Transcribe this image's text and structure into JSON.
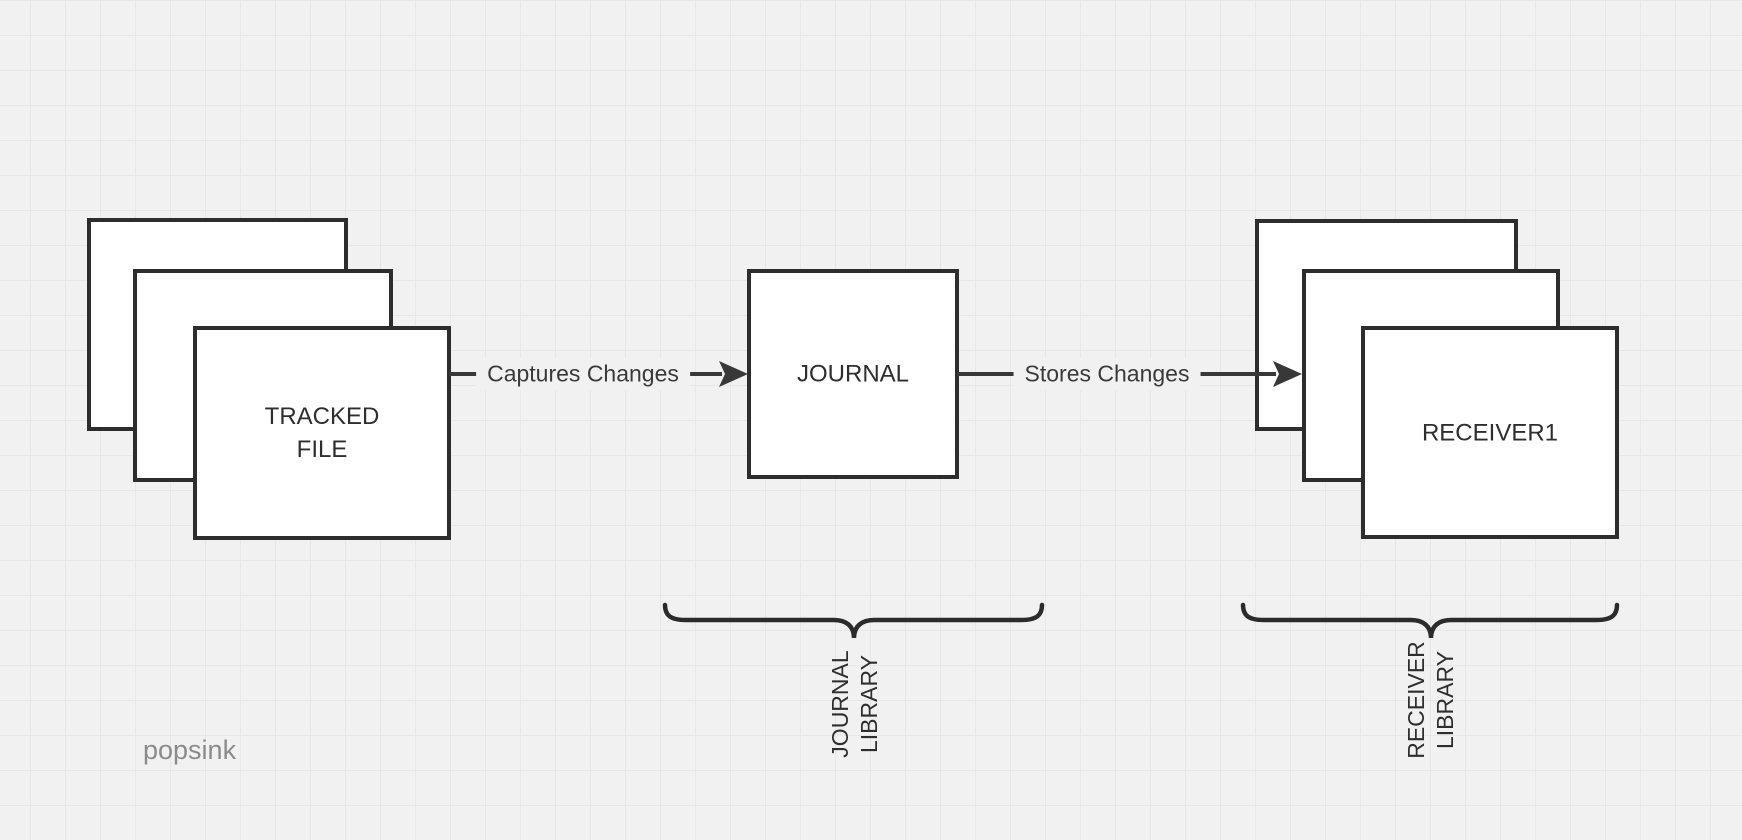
{
  "canvas": {
    "background_color": "#f1f1f1",
    "grid_color": "#e7e7e8",
    "shape_fill": "#ffffff",
    "stroke_color": "#2d2d2d",
    "text_color": "#2e2e2e",
    "watermark_color": "#8b8b8b"
  },
  "nodes": {
    "tracked_file": {
      "label": "TRACKED FILE",
      "style": "stacked-cards"
    },
    "journal": {
      "label": "JOURNAL",
      "style": "single-box"
    },
    "receiver": {
      "label": "RECEIVER1",
      "style": "stacked-cards"
    }
  },
  "arrows": {
    "captures": {
      "label": "Captures Changes",
      "from": "tracked_file",
      "to": "journal"
    },
    "stores": {
      "label": "Stores Changes",
      "from": "journal",
      "to": "receiver"
    }
  },
  "braces": {
    "journal_library": {
      "label": "JOURNAL LIBRARY"
    },
    "receiver_library": {
      "label": "RECEIVER LIBRARY"
    }
  },
  "watermark": {
    "label": "popsink"
  }
}
